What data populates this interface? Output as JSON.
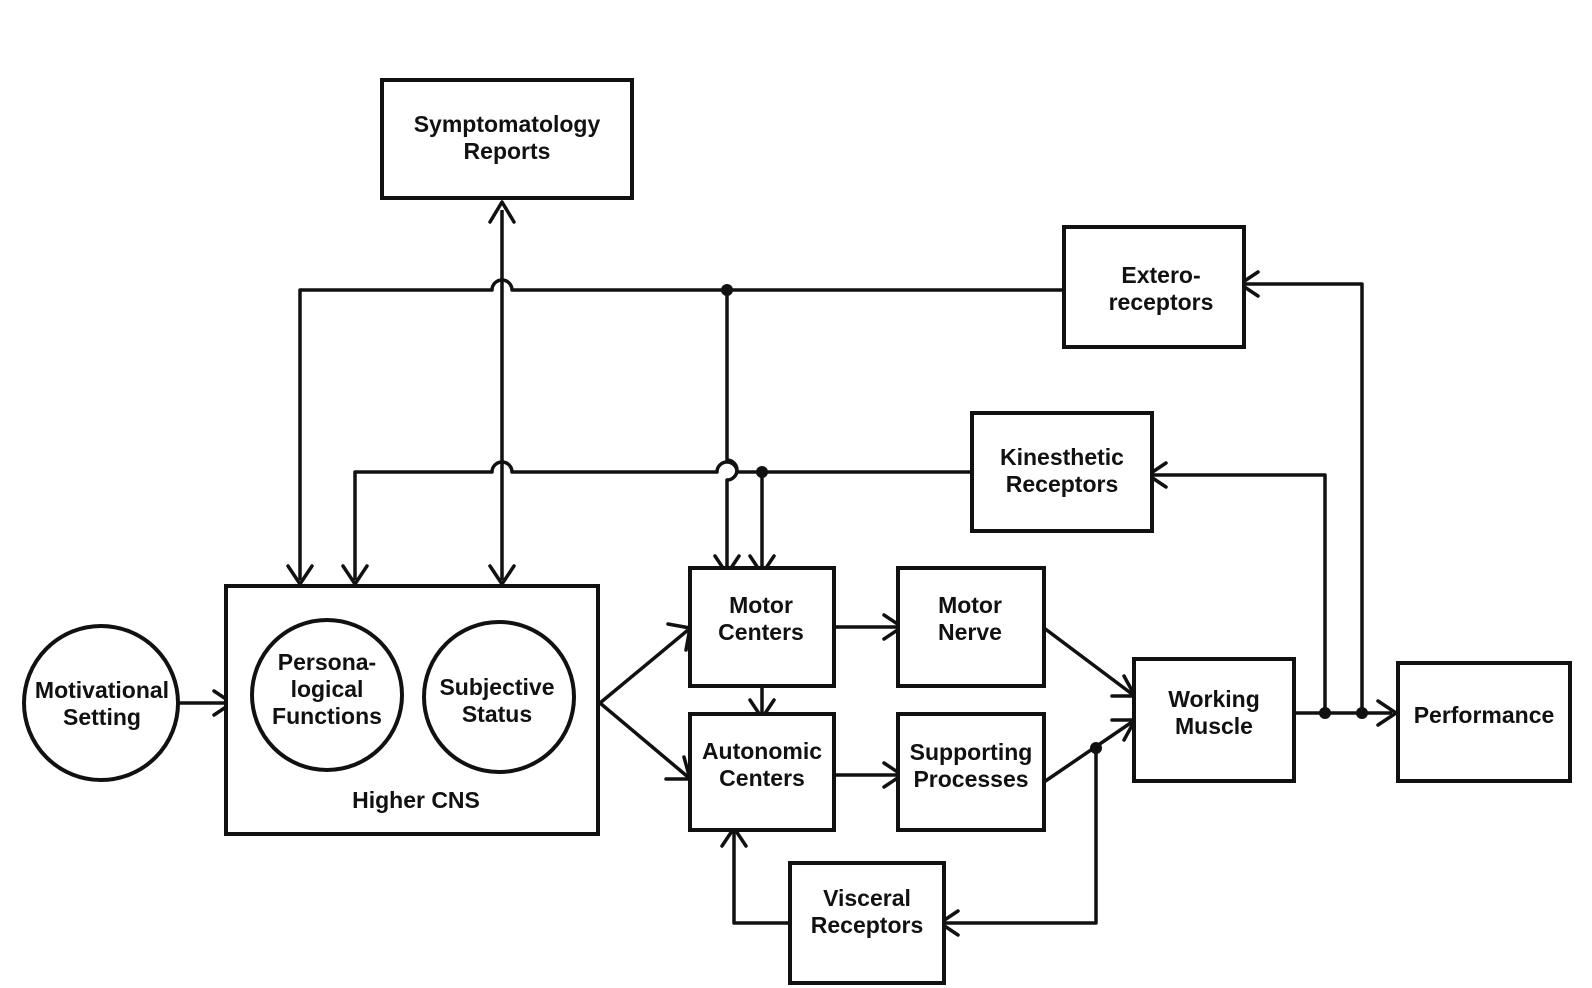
{
  "nodes": {
    "symptomatology_reports": [
      "Symptomatology",
      "Reports"
    ],
    "extero_receptors": [
      "Extero-",
      "receptors"
    ],
    "kinesthetic_receptors": [
      "Kinesthetic",
      "Receptors"
    ],
    "motivational_setting": [
      "Motivational",
      "Setting"
    ],
    "higher_cns": [
      "Higher CNS"
    ],
    "personalogical_functions": [
      "Persona-",
      "logical",
      "Functions"
    ],
    "subjective_status": [
      "Subjective",
      "Status"
    ],
    "motor_centers": [
      "Motor",
      "Centers"
    ],
    "motor_nerve": [
      "Motor",
      "Nerve"
    ],
    "autonomic_centers": [
      "Autonomic",
      "Centers"
    ],
    "supporting_processes": [
      "Supporting",
      "Processes"
    ],
    "working_muscle": [
      "Working",
      "Muscle"
    ],
    "performance": [
      "Performance"
    ],
    "visceral_receptors": [
      "Visceral",
      "Receptors"
    ]
  },
  "colors": {
    "ink": "#111111",
    "background": "#ffffff"
  }
}
